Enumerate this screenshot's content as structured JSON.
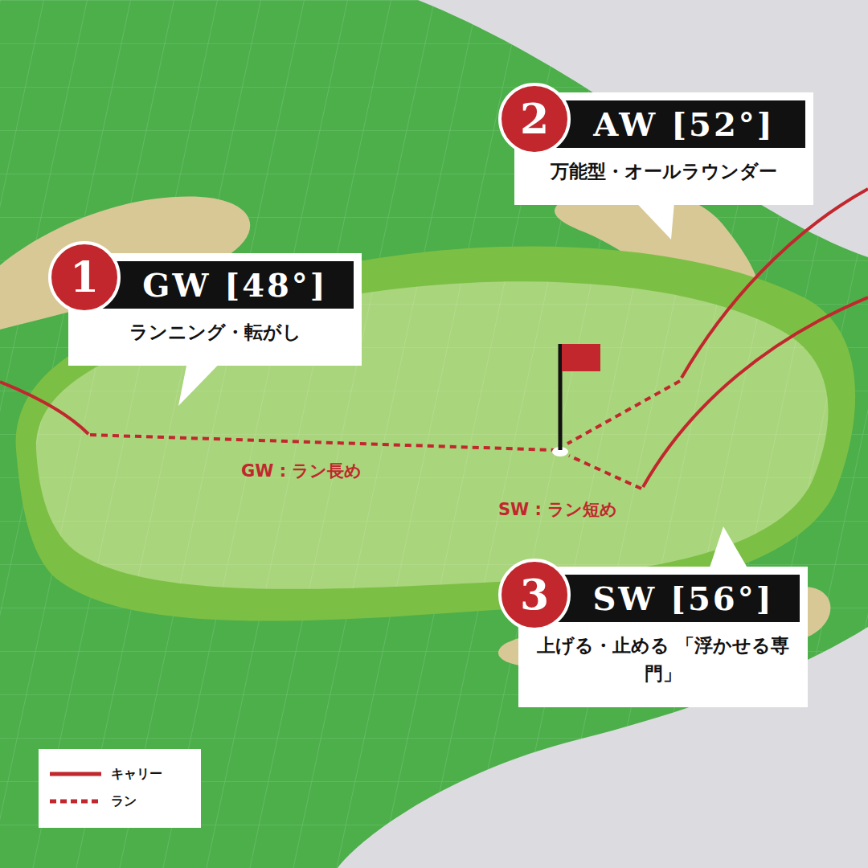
{
  "diagram": {
    "nodes": [
      {
        "text": [
          "GW [48°]",
          "ランニング・転がし"
        ]
      },
      {
        "text": [
          "AW [52°]",
          "万能型・オールラウンダー"
        ]
      },
      {
        "text": [
          "SW [56°]",
          "上げる・止める 「浮かせる専門」"
        ]
      }
    ],
    "labels": [
      "1",
      "2",
      "3",
      "GW : ラン長め",
      "SW : ラン短め"
    ],
    "legend": [
      {
        "text": "キャリー"
      },
      {
        "text": "ラン"
      }
    ]
  }
}
